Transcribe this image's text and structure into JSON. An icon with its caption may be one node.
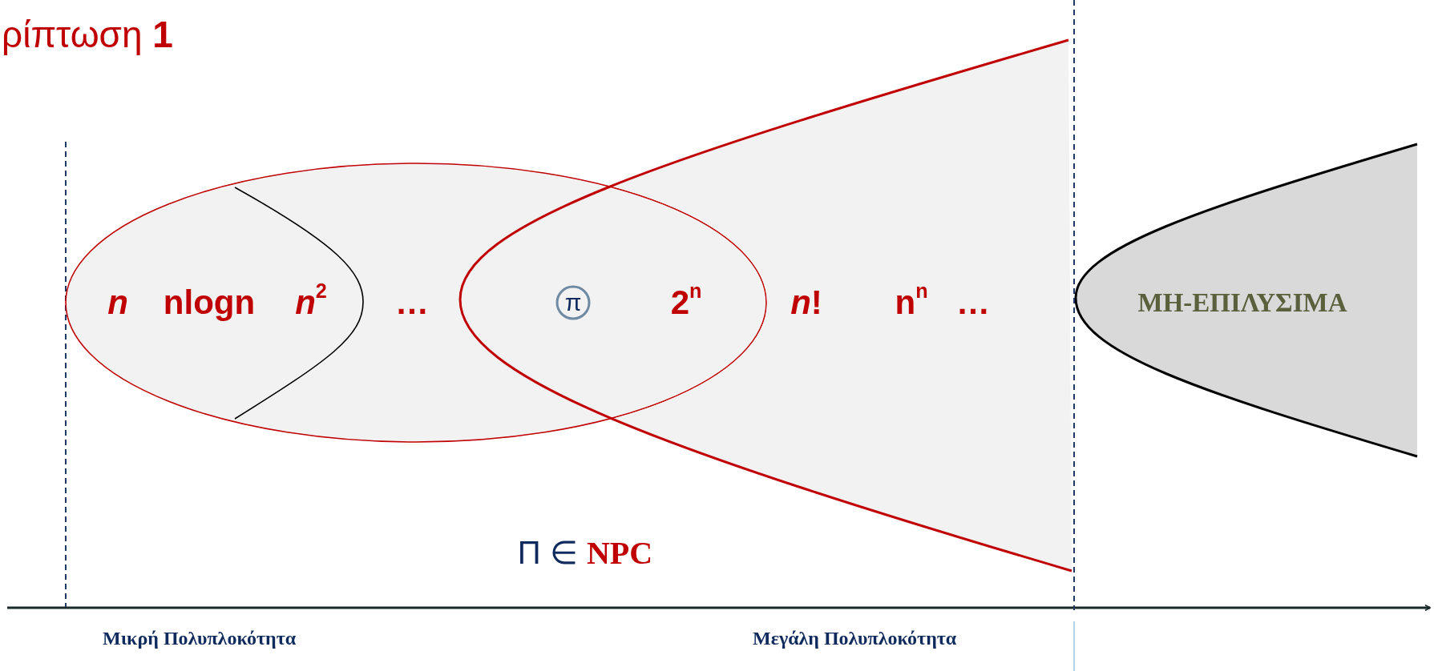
{
  "diagram": {
    "title": "ρίπτωση **1**",
    "nodes": [
      {
        "text": [
          "n",
          "nlogn",
          "*n*$^{2}$",
          "…",
          "2$^{n}$"
        ]
      },
      {
        "text": [
          "*n*!",
          "n$^{n}$",
          "…"
        ]
      },
      {
        "text": [
          "π"
        ]
      },
      {
        "text": [
          "ΜΗ-ΕΠΙΛΥΣΙΜΑ"
        ]
      }
    ],
    "labels": [
      "Π ∈ **NPC**",
      "Μικρή Πολυπλοκότητα",
      "Μεγάλη Πολυπλοκότητα"
    ]
  }
}
